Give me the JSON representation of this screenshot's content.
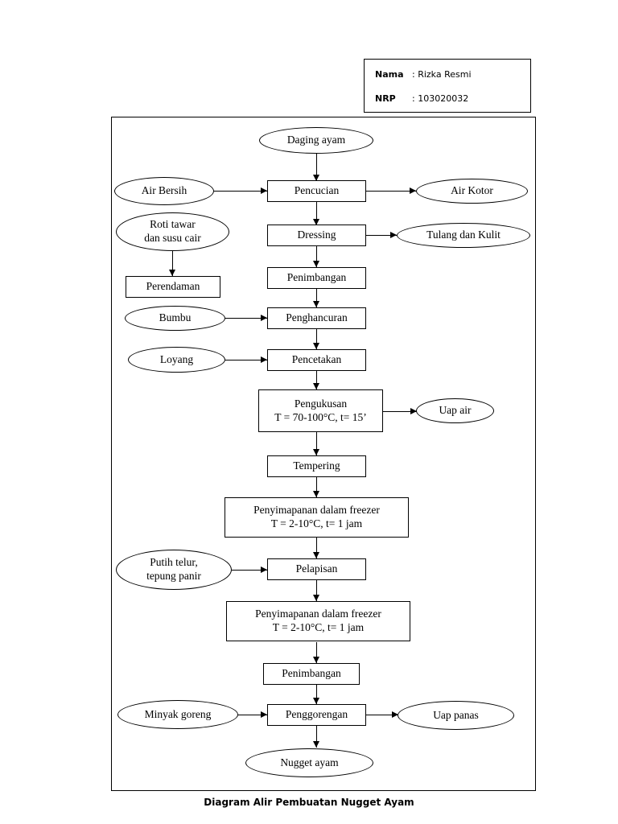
{
  "header": {
    "nama_key": "Nama",
    "nama_value": ": Rizka Resmi",
    "nrp_key": "NRP",
    "nrp_value": ": 103020032"
  },
  "caption": "Diagram Alir Pembuatan Nugget Ayam",
  "chart_data": {
    "type": "diagram",
    "title": "Diagram Alir Pembuatan Nugget Ayam",
    "nodes": [
      {
        "id": "daging-ayam",
        "label": "Daging ayam",
        "shape": "ellipse",
        "column": "center"
      },
      {
        "id": "air-bersih",
        "label": "Air Bersih",
        "shape": "ellipse",
        "column": "left"
      },
      {
        "id": "pencucian",
        "label": "Pencucian",
        "shape": "rect",
        "column": "center"
      },
      {
        "id": "air-kotor",
        "label": "Air Kotor",
        "shape": "ellipse",
        "column": "right"
      },
      {
        "id": "roti-tawar",
        "label": "Roti tawar\ndan susu cair",
        "shape": "ellipse",
        "column": "left"
      },
      {
        "id": "dressing",
        "label": "Dressing",
        "shape": "rect",
        "column": "center"
      },
      {
        "id": "tulang-dan-kulit",
        "label": "Tulang dan Kulit",
        "shape": "ellipse",
        "column": "right"
      },
      {
        "id": "perendaman",
        "label": "Perendaman",
        "shape": "rect",
        "column": "left"
      },
      {
        "id": "penimbangan-1",
        "label": "Penimbangan",
        "shape": "rect",
        "column": "center"
      },
      {
        "id": "bumbu",
        "label": "Bumbu",
        "shape": "ellipse",
        "column": "left"
      },
      {
        "id": "penghancuran",
        "label": "Penghancuran",
        "shape": "rect",
        "column": "center"
      },
      {
        "id": "loyang",
        "label": "Loyang",
        "shape": "ellipse",
        "column": "left"
      },
      {
        "id": "pencetakan",
        "label": "Pencetakan",
        "shape": "rect",
        "column": "center"
      },
      {
        "id": "pengukusan",
        "label": "Pengukusan\nT = 70-100°C, t= 15’",
        "shape": "rect",
        "column": "center"
      },
      {
        "id": "uap-air",
        "label": "Uap air",
        "shape": "ellipse",
        "column": "right"
      },
      {
        "id": "tempering",
        "label": "Tempering",
        "shape": "rect",
        "column": "center"
      },
      {
        "id": "freezer-1",
        "label": "Penyimapanan dalam freezer\nT = 2-10°C, t= 1 jam",
        "shape": "rect",
        "column": "center"
      },
      {
        "id": "putih-telur",
        "label": "Putih telur,\ntepung panir",
        "shape": "ellipse",
        "column": "left"
      },
      {
        "id": "pelapisan",
        "label": "Pelapisan",
        "shape": "rect",
        "column": "center"
      },
      {
        "id": "freezer-2",
        "label": "Penyimapanan dalam freezer\nT = 2-10°C, t= 1 jam",
        "shape": "rect",
        "column": "center"
      },
      {
        "id": "penimbangan-2",
        "label": "Penimbangan",
        "shape": "rect",
        "column": "center"
      },
      {
        "id": "minyak-goreng",
        "label": "Minyak goreng",
        "shape": "ellipse",
        "column": "left"
      },
      {
        "id": "penggorengan",
        "label": "Penggorengan",
        "shape": "rect",
        "column": "center"
      },
      {
        "id": "uap-panas",
        "label": "Uap panas",
        "shape": "ellipse",
        "column": "right"
      },
      {
        "id": "nugget-ayam",
        "label": "Nugget ayam",
        "shape": "ellipse",
        "column": "center"
      }
    ],
    "edges": [
      {
        "from": "daging-ayam",
        "to": "pencucian",
        "dir": "down"
      },
      {
        "from": "air-bersih",
        "to": "pencucian",
        "dir": "right"
      },
      {
        "from": "pencucian",
        "to": "air-kotor",
        "dir": "right"
      },
      {
        "from": "pencucian",
        "to": "dressing",
        "dir": "down"
      },
      {
        "from": "dressing",
        "to": "tulang-dan-kulit",
        "dir": "right"
      },
      {
        "from": "roti-tawar",
        "to": "perendaman",
        "dir": "down"
      },
      {
        "from": "dressing",
        "to": "penimbangan-1",
        "dir": "down"
      },
      {
        "from": "penimbangan-1",
        "to": "penghancuran",
        "dir": "down"
      },
      {
        "from": "bumbu",
        "to": "penghancuran",
        "dir": "right"
      },
      {
        "from": "penghancuran",
        "to": "pencetakan",
        "dir": "down"
      },
      {
        "from": "loyang",
        "to": "pencetakan",
        "dir": "right"
      },
      {
        "from": "pencetakan",
        "to": "pengukusan",
        "dir": "down"
      },
      {
        "from": "pengukusan",
        "to": "uap-air",
        "dir": "right"
      },
      {
        "from": "pengukusan",
        "to": "tempering",
        "dir": "down"
      },
      {
        "from": "tempering",
        "to": "freezer-1",
        "dir": "down"
      },
      {
        "from": "freezer-1",
        "to": "pelapisan",
        "dir": "down"
      },
      {
        "from": "putih-telur",
        "to": "pelapisan",
        "dir": "right"
      },
      {
        "from": "pelapisan",
        "to": "freezer-2",
        "dir": "down"
      },
      {
        "from": "freezer-2",
        "to": "penimbangan-2",
        "dir": "down"
      },
      {
        "from": "penimbangan-2",
        "to": "penggorengan",
        "dir": "down"
      },
      {
        "from": "minyak-goreng",
        "to": "penggorengan",
        "dir": "right"
      },
      {
        "from": "penggorengan",
        "to": "uap-panas",
        "dir": "right"
      },
      {
        "from": "penggorengan",
        "to": "nugget-ayam",
        "dir": "down"
      }
    ]
  }
}
